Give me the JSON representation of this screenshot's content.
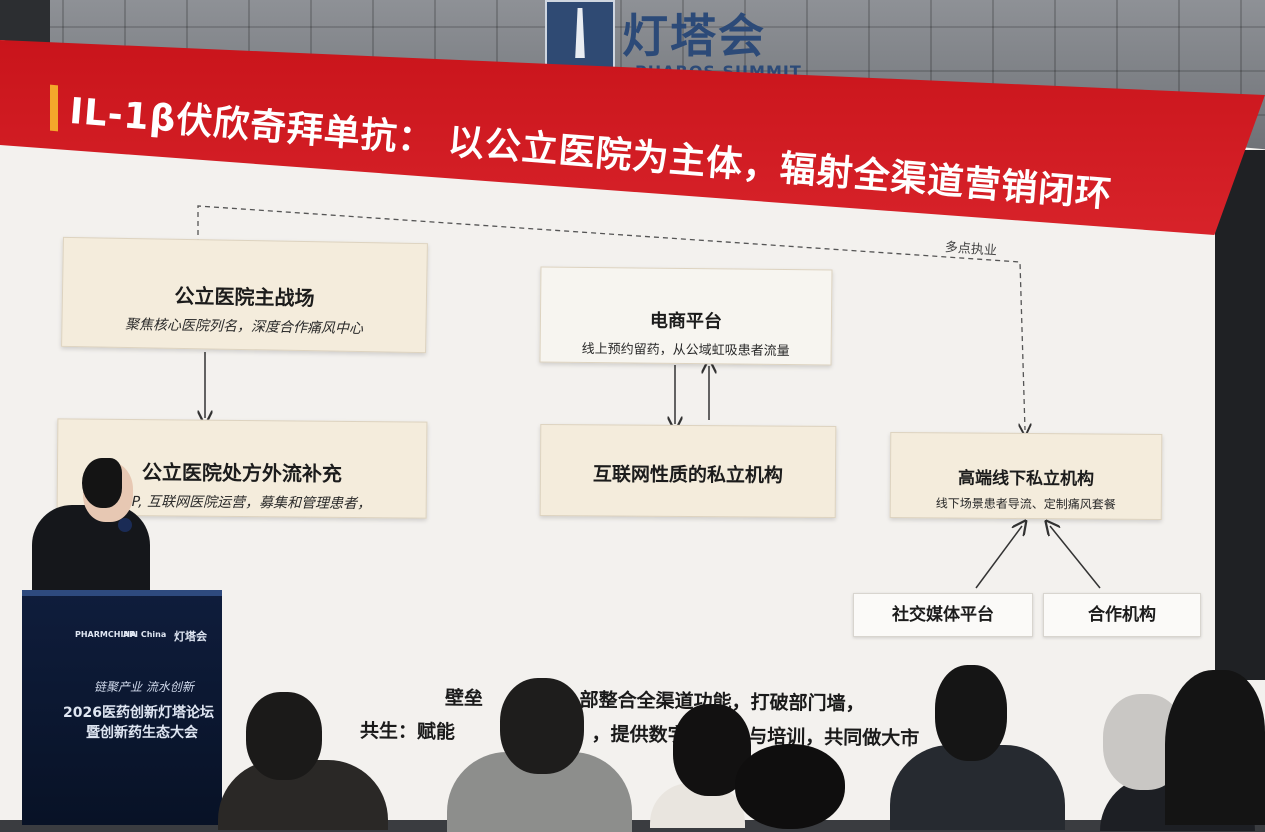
{
  "venue": {
    "logo_cn": "灯塔会",
    "logo_en": "PHAROS SUMMIT"
  },
  "slide": {
    "title": "IL-1β伏欣奇拜单抗： 以公立医院为主体，辐射全渠道营销闭环",
    "dashed_label": "多点执业",
    "boxes": {
      "public_main": {
        "title": "公立医院主战场",
        "sub": "聚焦核心医院列名，深度合作痛风中心"
      },
      "public_outflow": {
        "title": "公立医院处方外流补充",
        "sub": "DTP, 互联网医院运营，募集和管理患者，"
      },
      "ecommerce": {
        "title": "电商平台",
        "sub": "线上预约留药，从公域虹吸患者流量"
      },
      "internet_private": {
        "title": "互联网性质的私立机构"
      },
      "highend_private": {
        "title": "高端线下私立机构",
        "sub": "线下场景患者导流、定制痛风套餐"
      },
      "social_media": {
        "title": "社交媒体平台"
      },
      "partner": {
        "title": "合作机构"
      }
    },
    "bottom": {
      "line1_label": "壁垒",
      "line1_text": "部整合全渠道功能，打破部门墙，",
      "line2_label": "共生",
      "line2_text": "：赋能",
      "line2_text_b": "，提供数字",
      "line2_text_c": "与培训，共同做大市"
    }
  },
  "podium": {
    "brand_left": "PHARMCHINA",
    "brand_mid": "API China",
    "brand_right": "灯塔会",
    "slogan": "链聚产业 流水创新",
    "event_line1": "2026医药创新灯塔论坛",
    "event_line2": "暨创新药生态大会"
  },
  "colors": {
    "title_red": "#d8232a",
    "accent": "#f4a72b",
    "podium_navy": "#0f1d3c"
  }
}
